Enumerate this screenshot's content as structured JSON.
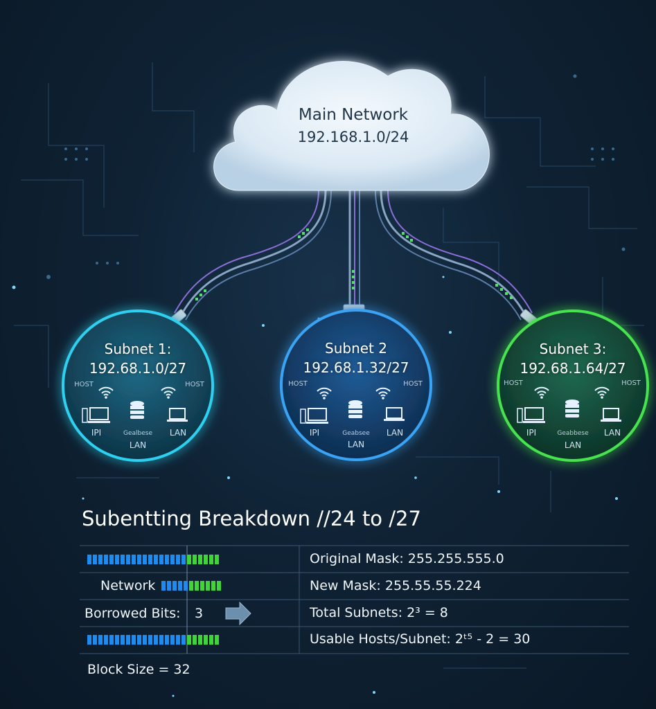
{
  "cloud": {
    "title": "Main Network",
    "ip": "192.168.1.0/24"
  },
  "subnets": [
    {
      "title": "Subnet 1:",
      "ip": "192.68.1.0/27",
      "host_left": "HOST",
      "host_right": "HOST",
      "label_left": "IPI",
      "label_db": "Gealbese",
      "label_right": "LAN",
      "label_bottom": "LAN",
      "color": "#27c3e8"
    },
    {
      "title": "Subnet 2",
      "ip": "192.68.1.32/27",
      "host_left": "HOST",
      "host_right": "HOST",
      "label_left": "IPI",
      "label_db": "Geabsee",
      "label_right": "LAN",
      "label_bottom": "LAN",
      "color": "#3a9df0"
    },
    {
      "title": "Subnet 3:",
      "ip": "192.68.1.64/27",
      "host_left": "HOST",
      "host_right": "HOST",
      "label_left": "IPI",
      "label_db": "Geabbese",
      "label_right": "LAN",
      "label_bottom": "LAN",
      "color": "#3fd94a"
    }
  ],
  "breakdown": {
    "title": "Subentting Breakdown //24 to /27",
    "network_label": "Network",
    "borrowed_label": "Borrowed Bits:",
    "borrowed_value": "3",
    "block_size": "Block Size = 32",
    "original_mask": "Original Mask: 255.255.555.0",
    "new_mask": "New Mask: 255.55.55.224",
    "total_subnets": "Total Subnets: 2³ = 8",
    "usable_hosts": "Usable Hosts/Subnet: 2ᵗ⁵ - 2 = 30"
  },
  "colors": {
    "network_bits": "#1d8bf0",
    "host_bits": "#3fd43a",
    "accent": "#5fd6ff"
  }
}
